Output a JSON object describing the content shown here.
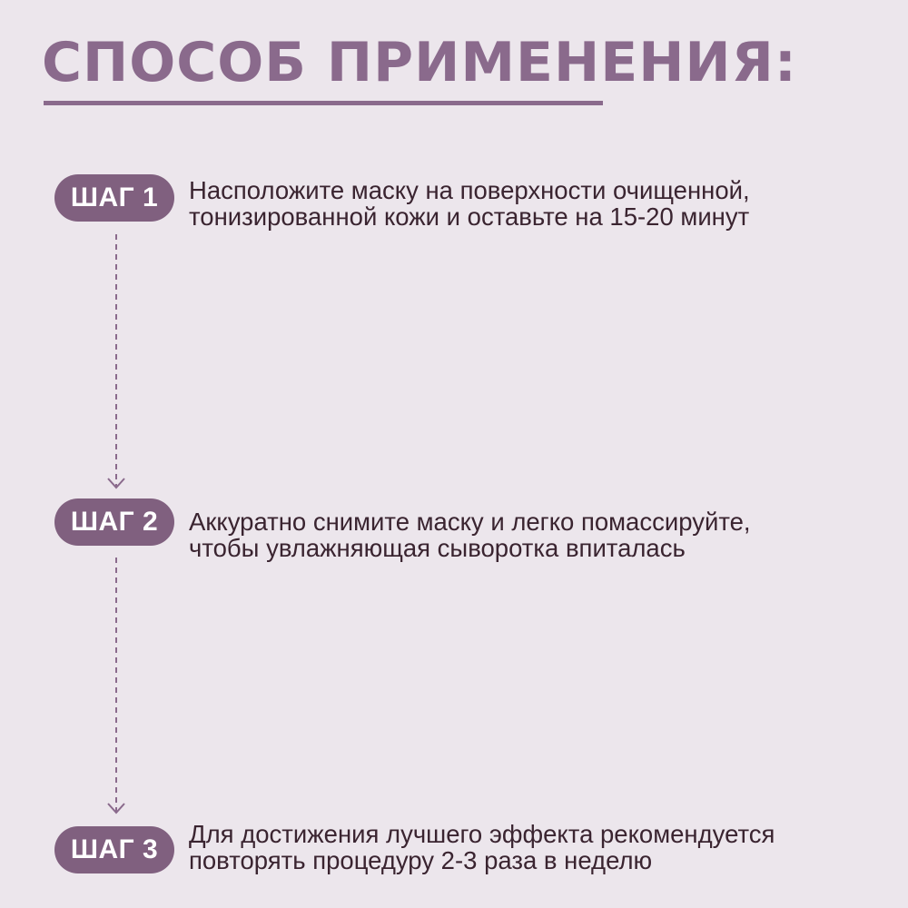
{
  "title": "СПОСОБ ПРИМЕНЕНИЯ:",
  "colors": {
    "background": "#ece6ec",
    "accent": "#8a6a8c",
    "badge": "#80607f",
    "text": "#3a2430"
  },
  "steps": [
    {
      "badge": "ШАГ 1",
      "lines": [
        "Насположите маску на поверхности очищенной,",
        "тонизированной кожи и оставьте на 15-20 минут"
      ]
    },
    {
      "badge": "ШАГ 2",
      "lines": [
        "Аккуратно снимите маску и легко помассируйте,",
        "чтобы увлажняющая сыворотка впиталась"
      ]
    },
    {
      "badge": "ШАГ 3",
      "lines": [
        "Для достижения лучшего эффекта рекомендуется",
        "повторять процедуру 2-3 раза в неделю"
      ]
    }
  ]
}
